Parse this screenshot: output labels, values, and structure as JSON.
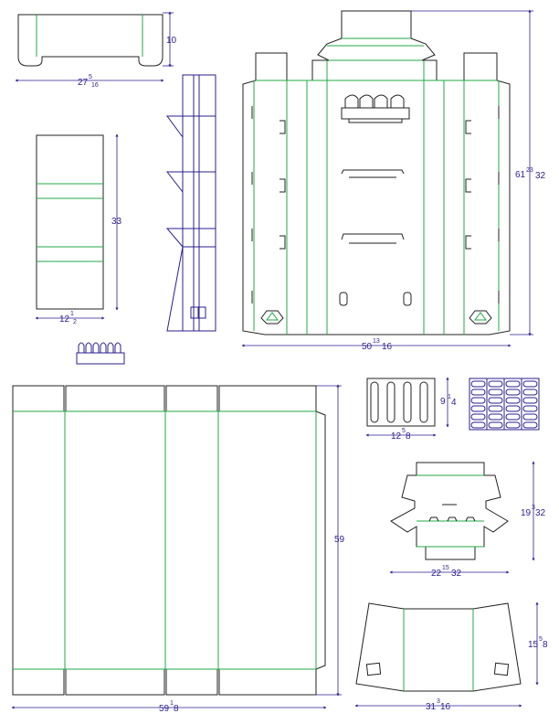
{
  "colors": {
    "cut_line": "#222222",
    "crease_line": "#22aa44",
    "dimension": "#2b1f8f"
  },
  "dimensions": {
    "tray_top": {
      "height": "10",
      "width_whole": "27",
      "width_frac_num": "5",
      "width_frac_den": "16"
    },
    "panel_tall": {
      "height": "33",
      "width_whole": "12",
      "width_frac_num": "1",
      "width_frac_den": "2"
    },
    "main_display": {
      "height_whole": "61",
      "height_frac_num": "23",
      "height_frac_den": "32",
      "width_whole": "50",
      "width_frac_num": "13",
      "width_frac_den": "16"
    },
    "big_sleeve": {
      "height": "59",
      "width_whole": "59",
      "width_frac_num": "1",
      "width_frac_den": "8"
    },
    "insert_small": {
      "height_whole": "9",
      "height_frac_num": "1",
      "height_frac_den": "4",
      "width_whole": "12",
      "width_frac_num": "5",
      "width_frac_den": "8"
    },
    "tray_box": {
      "height_whole": "19",
      "height_frac_num": "3",
      "height_frac_den": "32",
      "width_whole": "22",
      "width_frac_num": "15",
      "width_frac_den": "32"
    },
    "header_card": {
      "height_whole": "15",
      "height_frac_num": "5",
      "height_frac_den": "8",
      "width_whole": "31",
      "width_frac_num": "3",
      "width_frac_den": "16"
    }
  }
}
